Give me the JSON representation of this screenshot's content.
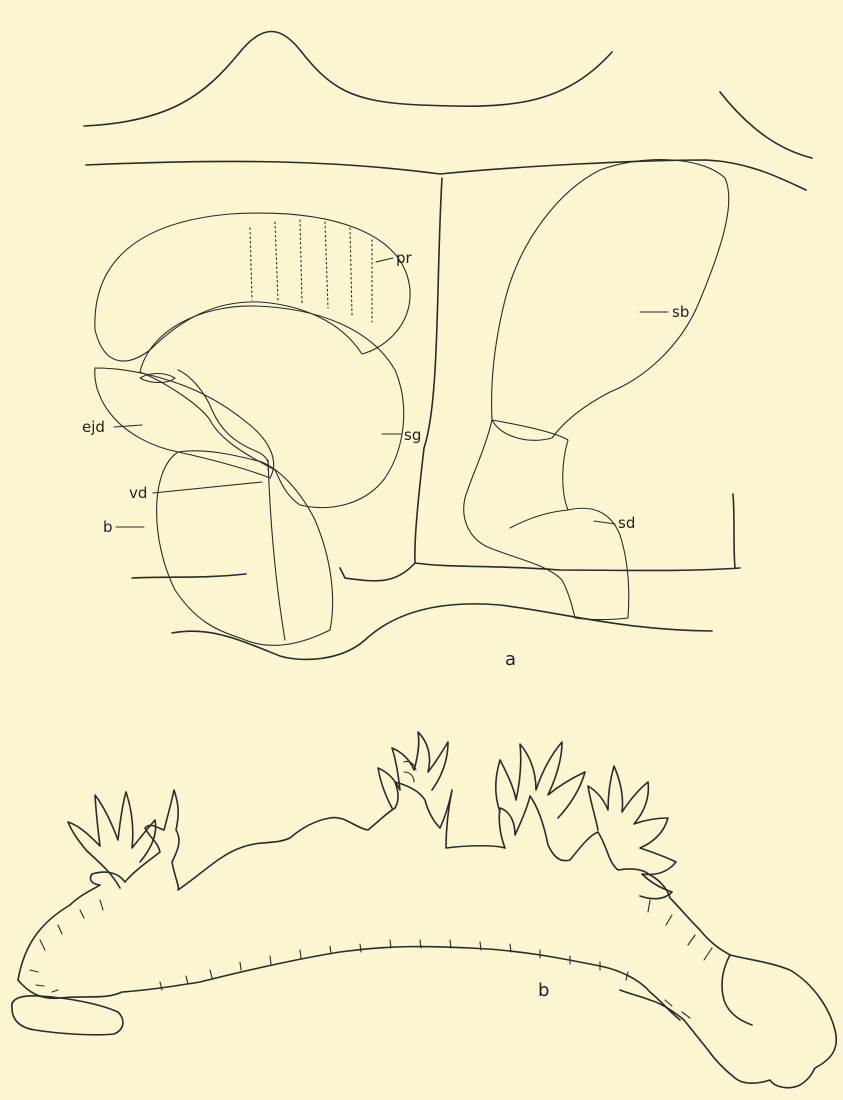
{
  "figure": {
    "panels": [
      {
        "letter": "a",
        "labels": {
          "pr": "pr",
          "sb": "sb",
          "ejd": "ejd",
          "sg": "sg",
          "vd": "vd",
          "b": "b",
          "sd": "sd"
        }
      },
      {
        "letter": "b"
      }
    ]
  },
  "colors": {
    "background": "#fbf5d2",
    "ink": "#2b2b2b"
  }
}
